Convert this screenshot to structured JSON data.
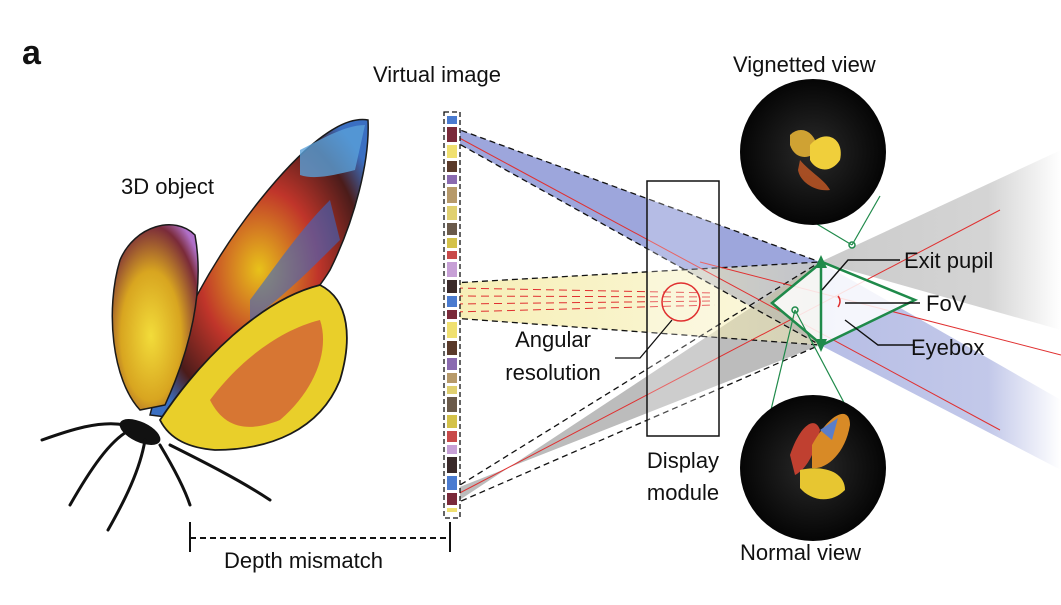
{
  "panel_label": "a",
  "labels": {
    "object_3d": "3D object",
    "virtual_image": "Virtual image",
    "vignetted_view": "Vignetted view",
    "exit_pupil": "Exit pupil",
    "fov": "FoV",
    "eyebox": "Eyebox",
    "angular_resolution_line1": "Angular",
    "angular_resolution_line2": "resolution",
    "display_module_line1": "Display",
    "display_module_line2": "module",
    "normal_view": "Normal view",
    "depth_mismatch": "Depth mismatch"
  },
  "colors": {
    "blue_beam": "#8c97d6",
    "gray_beam": "#9a9a9a",
    "yellow_beam": "#f3ecb0",
    "red_ray": "#e03030",
    "green_eyebox": "#1f8a4a",
    "line": "#111111"
  }
}
